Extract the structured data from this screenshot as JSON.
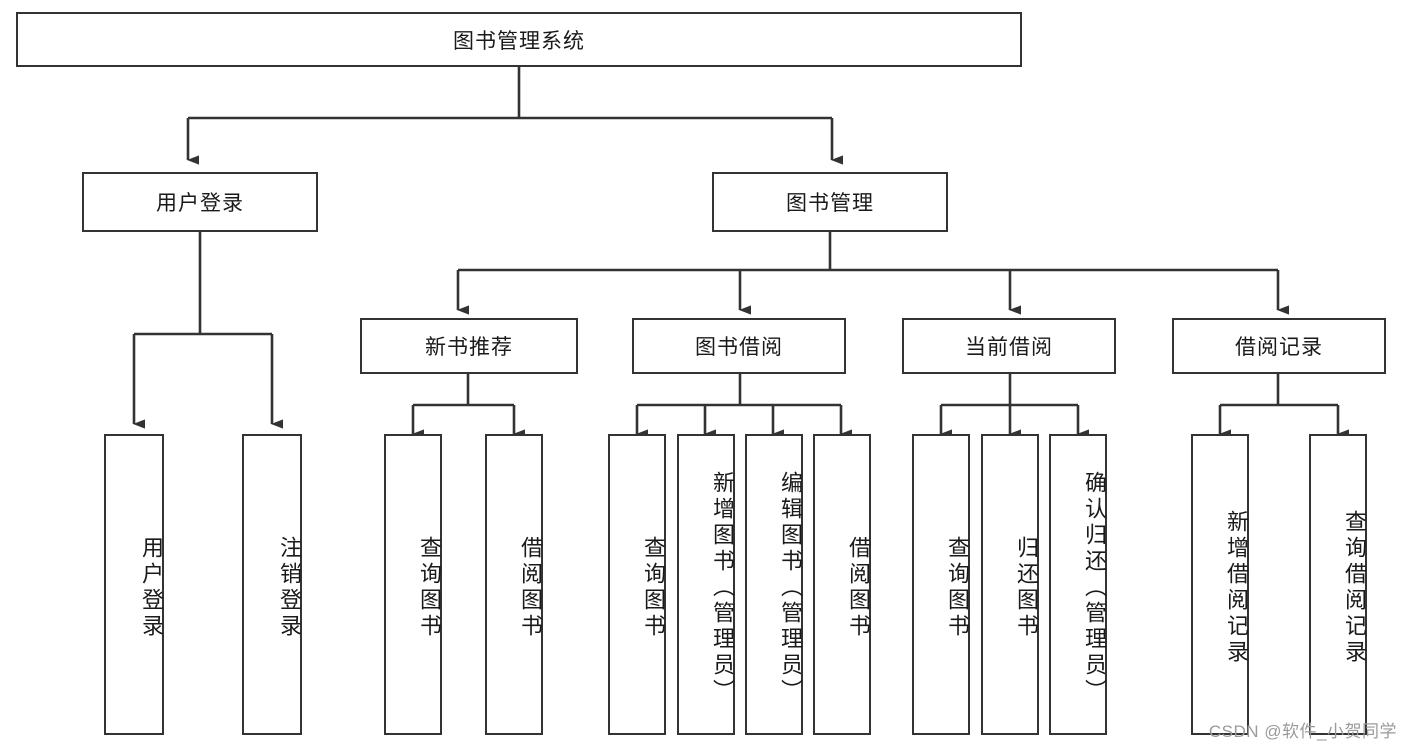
{
  "diagram": {
    "type": "tree",
    "title": "图书管理系统",
    "root": {
      "label": "图书管理系统"
    },
    "level2": [
      {
        "label": "用户登录"
      },
      {
        "label": "图书管理"
      }
    ],
    "level3": [
      {
        "label": "新书推荐"
      },
      {
        "label": "图书借阅"
      },
      {
        "label": "当前借阅"
      },
      {
        "label": "借阅记录"
      }
    ],
    "leaves": {
      "user_login": [
        {
          "label": "用户登录"
        },
        {
          "label": "注销登录"
        }
      ],
      "new_book_recommend": [
        {
          "label": "查询图书"
        },
        {
          "label": "借阅图书"
        }
      ],
      "book_borrow": [
        {
          "label": "查询图书"
        },
        {
          "label": "新增图书（管理员）"
        },
        {
          "label": "编辑图书（管理员）"
        },
        {
          "label": "借阅图书"
        }
      ],
      "current_borrow": [
        {
          "label": "查询图书"
        },
        {
          "label": "归还图书"
        },
        {
          "label": "确认归还（管理员）"
        }
      ],
      "borrow_record": [
        {
          "label": "新增借阅记录"
        },
        {
          "label": "查询借阅记录"
        }
      ]
    },
    "watermark": "CSDN @软件_小贺同学",
    "colors": {
      "stroke": "#333333",
      "fill": "#ffffff",
      "text": "#1a1a1a",
      "watermark": "#9a9a9a"
    }
  }
}
